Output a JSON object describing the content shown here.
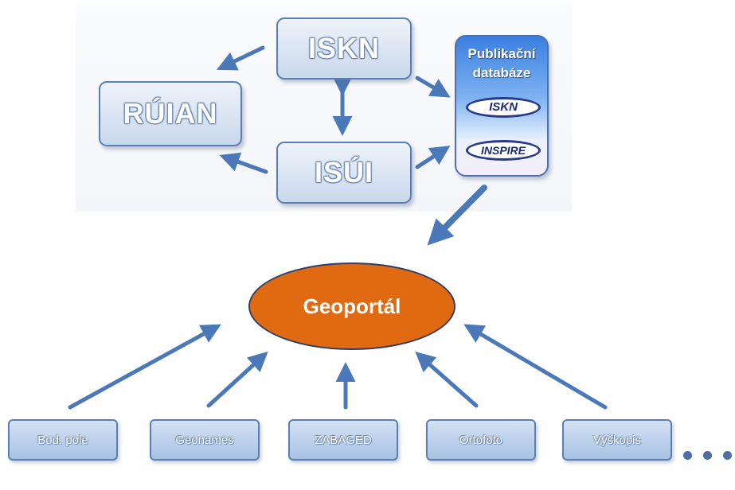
{
  "nodes": {
    "iskn": "ISKN",
    "ruian": "RÚIAN",
    "isui": "ISÚI",
    "publication_db": {
      "title_line1": "Publikační",
      "title_line2": "databáze",
      "badge1": "ISKN",
      "badge2": "INSPIRE"
    },
    "geoportal": "Geoportál"
  },
  "sources": [
    {
      "label": "Bod. pole"
    },
    {
      "label": "Geonames"
    },
    {
      "label": "ZABAGED"
    },
    {
      "label": "Ortofoto"
    },
    {
      "label": "Výškopis"
    }
  ],
  "colors": {
    "arrow": "#4a78b8",
    "box_border": "#5b7fb4",
    "geoportal_fill": "#e06a12",
    "dots": "#4e6fa3"
  }
}
